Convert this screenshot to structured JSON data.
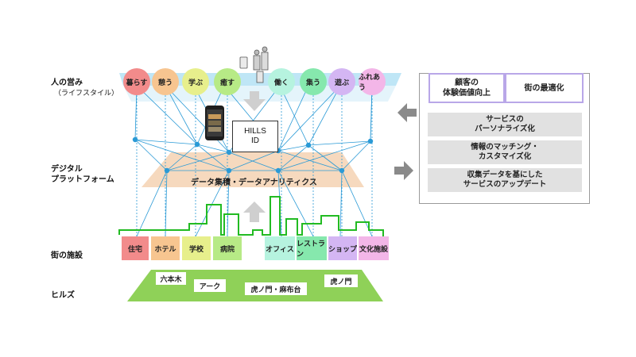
{
  "left_labels": {
    "lifestyle_title": "人の営み",
    "lifestyle_sub": "（ライフスタイル）",
    "platform_line1": "デジタル",
    "platform_line2": "プラットフォーム",
    "facilities": "街の施設",
    "hills": "ヒルズ"
  },
  "activities": [
    {
      "label": "暮らす",
      "color": "#f28b8b"
    },
    {
      "label": "憩う",
      "color": "#f7c590"
    },
    {
      "label": "学ぶ",
      "color": "#e7ef8c"
    },
    {
      "label": "癒す",
      "color": "#b7ea86"
    },
    {
      "label": "働く",
      "color": "#b6f3df"
    },
    {
      "label": "集う",
      "color": "#86e8ad"
    },
    {
      "label": "遊ぶ",
      "color": "#d4b6f3"
    },
    {
      "label": "ふれあう",
      "color": "#f3b6e8"
    }
  ],
  "hills_id": {
    "line1": "HILLS",
    "line2": "ID"
  },
  "platform_label": "データ集積・データアナリティクス",
  "facilities": [
    {
      "label": "住宅",
      "color": "#f28b8b"
    },
    {
      "label": "ホテル",
      "color": "#f7c590"
    },
    {
      "label": "学校",
      "color": "#e7ef8c"
    },
    {
      "label": "病院",
      "color": "#b7ea86"
    },
    {
      "label": "オフィス",
      "color": "#b6f3df"
    },
    {
      "label": "レストラン",
      "color": "#86e8ad"
    },
    {
      "label": "ショップ",
      "color": "#d4b6f3"
    },
    {
      "label": "文化施設",
      "color": "#f3b6e8"
    }
  ],
  "hills": [
    "六本木",
    "アーク",
    "虎ノ門・麻布台",
    "虎ノ門"
  ],
  "panel": {
    "top_left": "顧客の\n体験価値向上",
    "top_right": "街の最適化",
    "items": [
      "サービスの\nパーソナライズ化",
      "情報のマッチング・\nカスタマイズ化",
      "収集データを基にした\nサービスのアップデート"
    ]
  },
  "colors": {
    "lifestyle_band": "#bfe6f6",
    "platform_band": "#f6d9be",
    "network": "#2a9ad6",
    "skyline": "#22bb22",
    "hills_ground": "#8fd158",
    "panel_border": "#b9a7e8",
    "arrow_gray": "#8a8a8a"
  },
  "icons": [
    "smartphone-icon",
    "people-with-luggage-icon",
    "down-arrow-icon",
    "up-arrow-icon",
    "left-arrow-icon",
    "right-arrow-icon"
  ]
}
